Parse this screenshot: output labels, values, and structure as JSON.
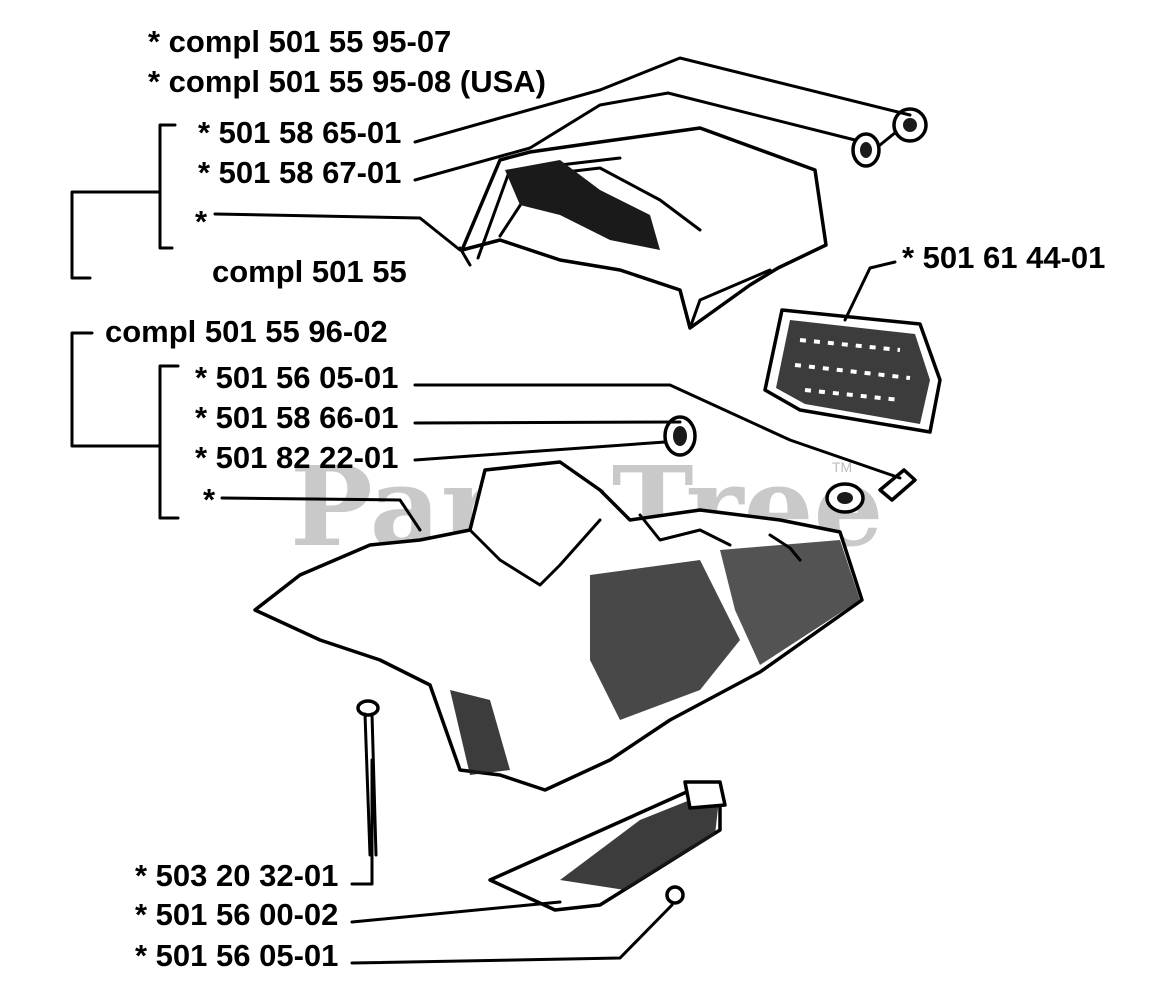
{
  "watermark": {
    "text": "PartsTree",
    "trademark": "TM"
  },
  "labels": {
    "compl_1": "* compl 501 55 95-07",
    "compl_2": "* compl 501 55 95-08 (USA)",
    "top_a": "* 501 58 65-01",
    "top_b": "* 501 58 67-01",
    "top_star": "*",
    "top_compl": "compl 501 55",
    "filter": "* 501 61 44-01",
    "mid_compl": "compl 501 55 96-02",
    "mid_a": "* 501 56 05-01",
    "mid_b": "* 501 58 66-01",
    "mid_c": "* 501 82 22-01",
    "mid_star": "*",
    "bot_a": "* 503 20 32-01",
    "bot_b": "* 501 56 00-02",
    "bot_c": "* 501 56 05-01"
  }
}
